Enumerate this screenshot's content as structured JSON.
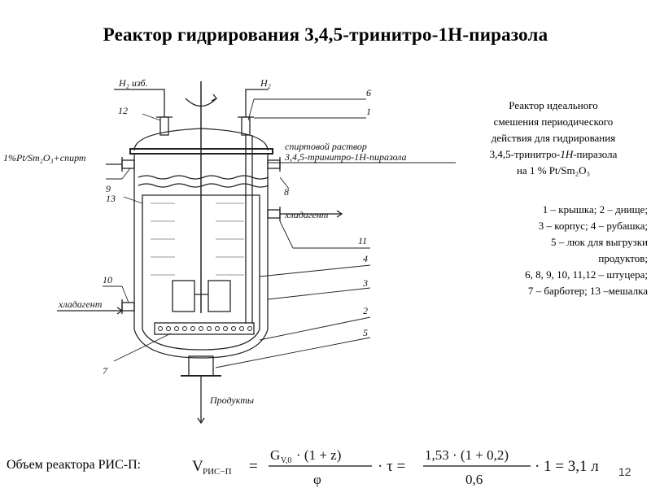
{
  "title": "Реактор гидрирования 3,4,5-тринитро-1H-пиразола",
  "diagram": {
    "labels": {
      "h2_excess": "H₂ изб.",
      "h2": "H₂",
      "num_6": "6",
      "num_1": "1",
      "num_12": "12",
      "catalyst": "1%Pt/Sm₂O₃+спирт",
      "solution_line1": "спиртовой раствор",
      "solution_line2": "3,4,5-тринитро-1Н-пиразола",
      "num_9": "9",
      "num_8": "8",
      "num_13": "13",
      "coolant_out": "хладагент",
      "num_11": "11",
      "num_4": "4",
      "num_10": "10",
      "num_3": "3",
      "coolant_in": "хладагент",
      "num_2": "2",
      "num_5": "5",
      "num_7": "7",
      "products": "Продукты"
    }
  },
  "description": {
    "line1": "Реактор идеального",
    "line2": "смешения периодического",
    "line3": "действия для гидрирования",
    "line4_pre": "3,4,5-тринитро-",
    "line4_italic": "1H",
    "line4_post": "-пиразола",
    "line5": "на 1 % Pt/Sm₂O₃"
  },
  "legend": [
    "1 – крышка; 2 – днище;",
    "3 – корпус; 4 – рубашка;",
    "5 – люк для выгрузки",
    "продуктов;",
    "6, 8, 9, 10, 11,12 – штуцера;",
    "7 – барботер; 13 –мешалка"
  ],
  "volume_label": "Объем реактора РИС-П:",
  "formula": {
    "lhs": "V",
    "lhs_sub": "РИС−П",
    "eq1": "=",
    "frac1_num": "G",
    "frac1_num_sub": "V,0",
    "frac1_num_rest": " · (1 + z)",
    "frac1_den": "φ",
    "mult_tau": "· τ =",
    "frac2_num": "1,53 · (1 + 0,2)",
    "frac2_den": "0,6",
    "result": "· 1 = 3,1 л"
  },
  "page_number": "12"
}
